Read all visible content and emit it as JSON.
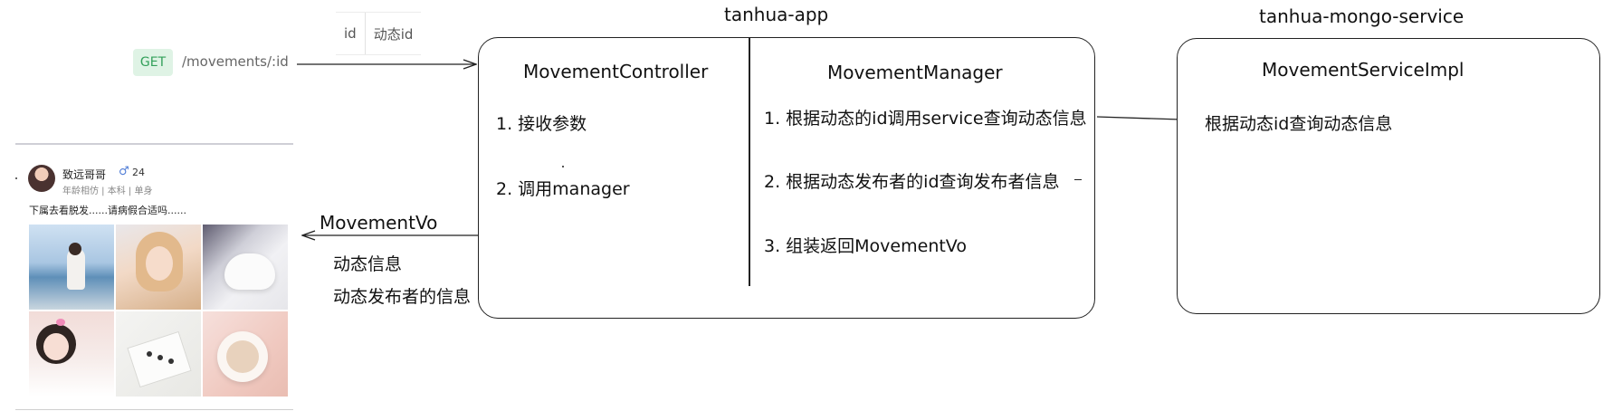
{
  "app_label": "tanhua-app",
  "service_label": "tanhua-mongo-service",
  "request": {
    "method": "GET",
    "path": "/movements/:id",
    "params": [
      "id",
      "动态id"
    ]
  },
  "controller": {
    "title": "MovementController",
    "steps": [
      "1. 接收参数",
      "2. 调用manager"
    ]
  },
  "manager": {
    "title": "MovementManager",
    "steps": [
      "1. 根据动态的id调用service查询动态信息",
      "2. 根据动态发布者的id查询发布者信息",
      "3. 组装返回MovementVo"
    ]
  },
  "service": {
    "title": "MovementServiceImpl",
    "step": "根据动态id查询动态信息"
  },
  "response": {
    "type": "MovementVo",
    "items": [
      "动态信息",
      "动态发布者的信息"
    ]
  },
  "card": {
    "user_name": "致远哥哥",
    "gender_icon": "male-icon",
    "age": "24",
    "tags": "年龄相仿 | 本科 | 单身",
    "post_text": "下属去看脱发......请病假合适吗......",
    "photos": [
      "beach-girl",
      "blonde-portrait",
      "white-cat",
      "girl-lying",
      "desk-items",
      "coffee-cup"
    ]
  }
}
